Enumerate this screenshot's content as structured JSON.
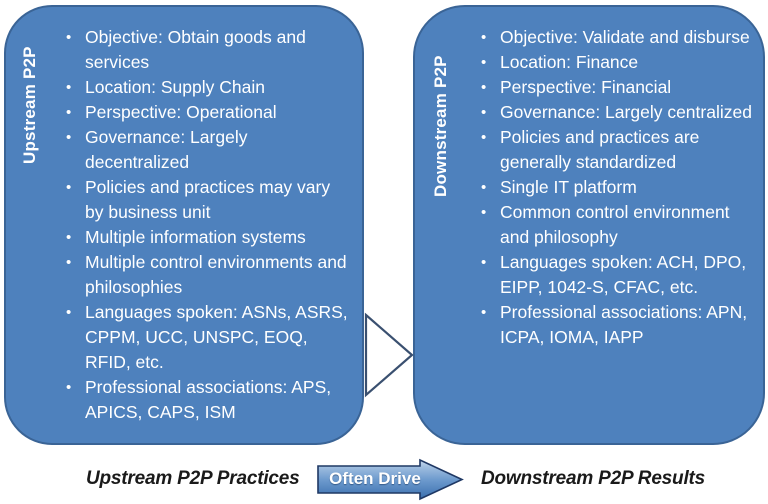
{
  "diagram": {
    "title": "Upstream P2P vs Downstream P2P comparison",
    "colors": {
      "panel_fill": "#4E81BD",
      "panel_border": "#3A6496",
      "panel_text": "#FFFFFF",
      "caption_text": "#1A1A1A",
      "arrow_fill_light": "#B6CCE6",
      "arrow_fill_dark": "#3F72B0",
      "arrow_border": "#1F3864",
      "chevron_fill": "#FFFFFF",
      "chevron_border": "#3A5070"
    }
  },
  "upstream": {
    "side_label": "Upstream P2P",
    "bullets": [
      "Objective: Obtain goods and services",
      "Location: Supply Chain",
      "Perspective: Operational",
      "Governance: Largely decentralized",
      "Policies and practices may vary by business unit",
      "Multiple information systems",
      "Multiple control environments and philosophies",
      "Languages spoken: ASNs, ASRS, CPPM, UCC, UNSPC, EOQ, RFID, etc.",
      "Professional associations: APS, APICS, CAPS, ISM"
    ]
  },
  "downstream": {
    "side_label": "Downstream P2P",
    "bullets": [
      "Objective: Validate and disburse",
      "Location: Finance",
      "Perspective: Financial",
      "Governance: Largely centralized",
      "Policies and practices are generally standardized",
      "Single IT platform",
      "Common control environment and philosophy",
      "Languages spoken: ACH, DPO, EIPP, 1042-S, CFAC, etc.",
      "Professional associations: APN, ICPA, IOMA, IAPP"
    ]
  },
  "footer": {
    "left_caption": "Upstream P2P Practices",
    "arrow_label": "Often Drive",
    "right_caption": "Downstream P2P Results"
  }
}
